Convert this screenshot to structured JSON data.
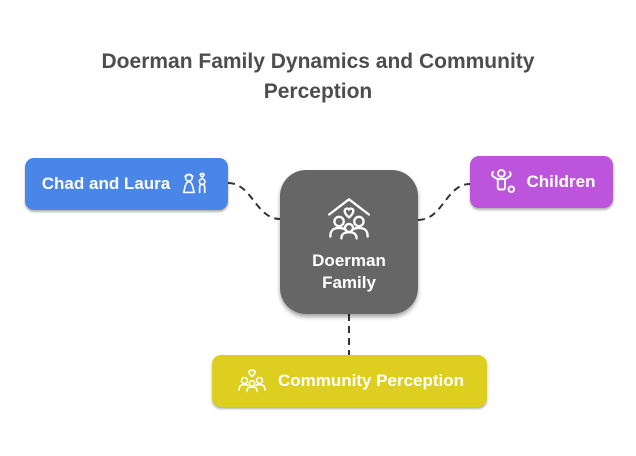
{
  "title": "Doerman Family Dynamics and Community Perception",
  "colors": {
    "background": "#ffffff",
    "title_text": "#4d4d4d",
    "node_text": "#ffffff",
    "center_node": "#666666",
    "chad_and_laura_node": "#4a86e8",
    "children_node": "#bd55dc",
    "community_perception_node": "#ddce1f",
    "connector": "#333333"
  },
  "diagram": {
    "center_node": {
      "label": "Doerman Family",
      "icon": "family-house-icon"
    },
    "nodes": [
      {
        "id": "chad-and-laura",
        "label": "Chad and Laura",
        "icon": "wedding-couple-icon",
        "color": "#4a86e8",
        "icon_position": "right"
      },
      {
        "id": "children",
        "label": "Children",
        "icon": "child-icon",
        "color": "#bd55dc",
        "icon_position": "left"
      },
      {
        "id": "community-perception",
        "label": "Community Perception",
        "icon": "community-heart-icon",
        "color": "#ddce1f",
        "icon_position": "left"
      }
    ],
    "connectors": [
      {
        "from": "chad-and-laura",
        "to": "doerman-family",
        "style": "dashed"
      },
      {
        "from": "doerman-family",
        "to": "children",
        "style": "dashed"
      },
      {
        "from": "doerman-family",
        "to": "community-perception",
        "style": "dashed"
      }
    ]
  }
}
